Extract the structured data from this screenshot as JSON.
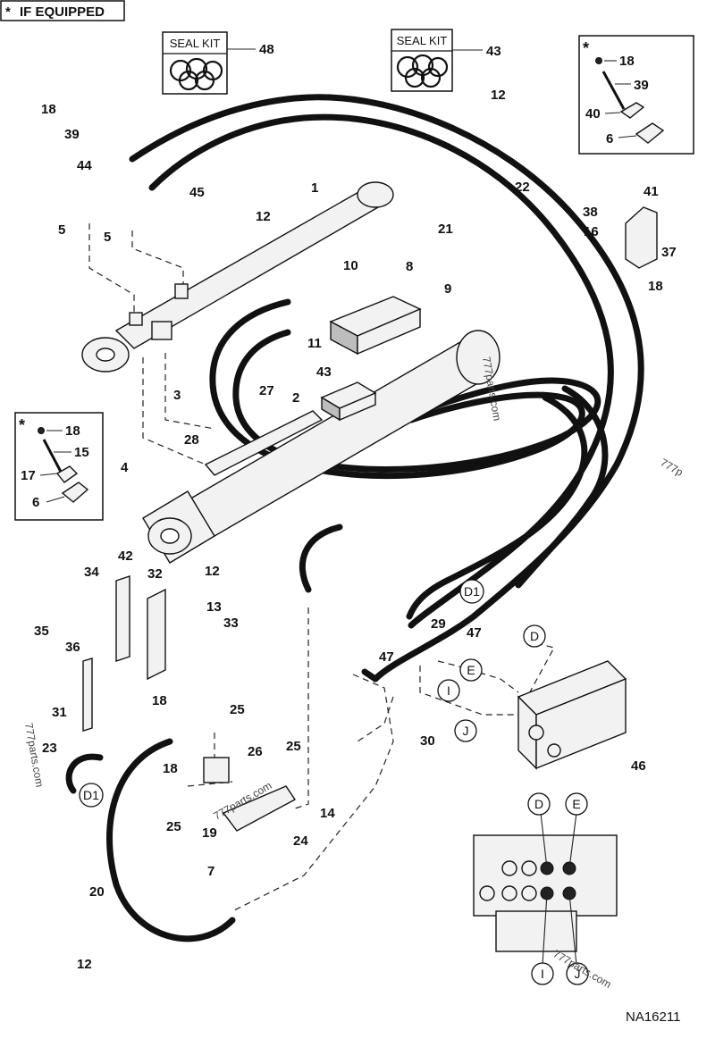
{
  "header": {
    "star": "*",
    "text": "IF EQUIPPED"
  },
  "seal_kits": [
    {
      "label": "SEAL KIT",
      "callout": "48"
    },
    {
      "label": "SEAL KIT",
      "callout": "43"
    }
  ],
  "inset_left": {
    "star": "*",
    "callouts": [
      "18",
      "15",
      "17",
      "6"
    ]
  },
  "inset_right": {
    "star": "*",
    "callouts": [
      "18",
      "39",
      "40",
      "6"
    ]
  },
  "callouts": [
    {
      "text": "18"
    },
    {
      "text": "39"
    },
    {
      "text": "44"
    },
    {
      "text": "5"
    },
    {
      "text": "5"
    },
    {
      "text": "45"
    },
    {
      "text": "12"
    },
    {
      "text": "1"
    },
    {
      "text": "22"
    },
    {
      "text": "21"
    },
    {
      "text": "12"
    },
    {
      "text": "10"
    },
    {
      "text": "8"
    },
    {
      "text": "9"
    },
    {
      "text": "11"
    },
    {
      "text": "3"
    },
    {
      "text": "43"
    },
    {
      "text": "27"
    },
    {
      "text": "2"
    },
    {
      "text": "28"
    },
    {
      "text": "4"
    },
    {
      "text": "38"
    },
    {
      "text": "41"
    },
    {
      "text": "16"
    },
    {
      "text": "37"
    },
    {
      "text": "18"
    },
    {
      "text": "34"
    },
    {
      "text": "42"
    },
    {
      "text": "32"
    },
    {
      "text": "12"
    },
    {
      "text": "13"
    },
    {
      "text": "33"
    },
    {
      "text": "35"
    },
    {
      "text": "36"
    },
    {
      "text": "18"
    },
    {
      "text": "31"
    },
    {
      "text": "25"
    },
    {
      "text": "26"
    },
    {
      "text": "25"
    },
    {
      "text": "23"
    },
    {
      "text": "18"
    },
    {
      "text": "25"
    },
    {
      "text": "14"
    },
    {
      "text": "19"
    },
    {
      "text": "24"
    },
    {
      "text": "7"
    },
    {
      "text": "20"
    },
    {
      "text": "12"
    },
    {
      "text": "29"
    },
    {
      "text": "47"
    },
    {
      "text": "47"
    },
    {
      "text": "30"
    },
    {
      "text": "46"
    }
  ],
  "port_markers": [
    {
      "text": "D1"
    },
    {
      "text": "D"
    },
    {
      "text": "E"
    },
    {
      "text": "I"
    },
    {
      "text": "J"
    },
    {
      "text": "D1"
    },
    {
      "text": "D"
    },
    {
      "text": "E"
    },
    {
      "text": "I"
    },
    {
      "text": "J"
    }
  ],
  "watermarks": [
    "777parts.com",
    "777parts.com",
    "777parts.com",
    "777parts.com",
    "777p"
  ],
  "figure_id": "NA16211"
}
